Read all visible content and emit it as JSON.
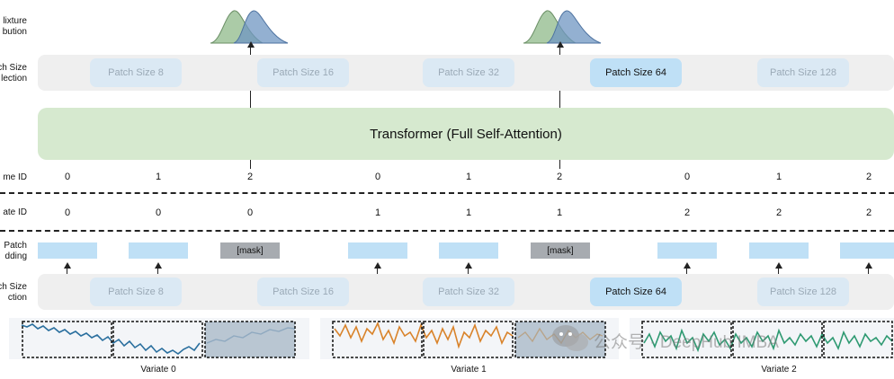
{
  "row_labels": {
    "mixture_distribution": [
      "lixture",
      "bution"
    ],
    "patch_size_selection_top": [
      "tch Size",
      "lection"
    ],
    "time_id": "me ID",
    "variate_id": "ate ID",
    "patch_embedding": [
      "Patch",
      "dding"
    ],
    "patch_size_selection_bottom": [
      "ch Size",
      "ction"
    ]
  },
  "patch_sizes": [
    "Patch Size 8",
    "Patch Size 16",
    "Patch Size 32",
    "Patch Size 64",
    "Patch Size 128"
  ],
  "selected_patch_size": "Patch Size 64",
  "transformer_label": "Transformer (Full Self-Attention)",
  "time_ids": [
    "0",
    "1",
    "2",
    "0",
    "1",
    "2",
    "0",
    "1",
    "2"
  ],
  "variate_ids": [
    "0",
    "0",
    "0",
    "1",
    "1",
    "1",
    "2",
    "2",
    "2"
  ],
  "mask_label": "[mask]",
  "variate_labels": [
    "Variate 0",
    "Variate 1",
    "Variate 2"
  ],
  "watermark": "公众号 · DeepHub IMBA",
  "colors": {
    "transformer": "#d6e9cf",
    "patch_active": "#bfe0f6",
    "patch_faded": "#dbe9f4",
    "mask": "#a7abb0",
    "series_variate_0": "#2a6f9e",
    "series_variate_1": "#d9832a",
    "series_variate_2": "#2f9a72",
    "dist_green": "#8fb98a",
    "dist_blue": "#6f95c2"
  }
}
